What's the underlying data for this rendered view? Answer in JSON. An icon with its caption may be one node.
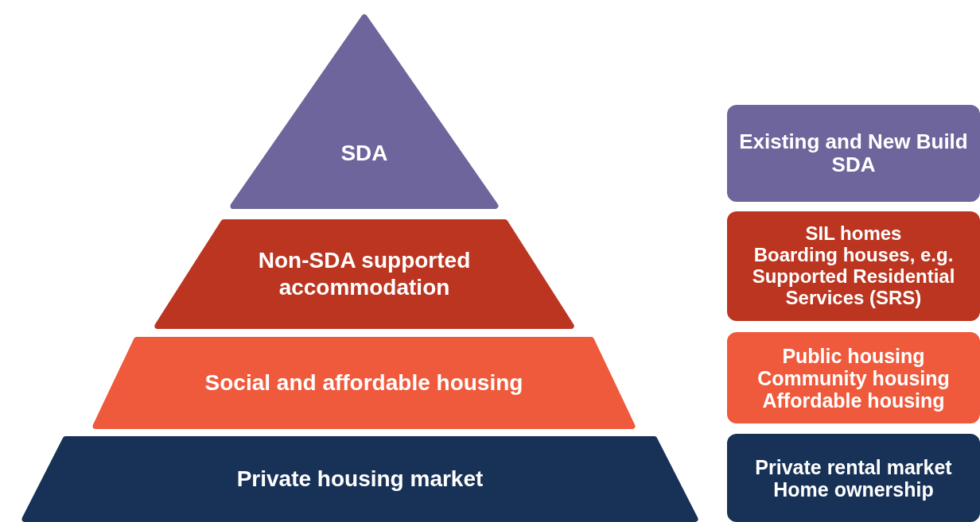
{
  "diagram": {
    "nodes": [
      {
        "text": [
          "SDA"
        ]
      },
      {
        "text": [
          "Non-SDA supported accommodation"
        ]
      },
      {
        "text": [
          "Social and affordable housing"
        ]
      },
      {
        "text": [
          "Private housing market"
        ]
      },
      {
        "text": [
          "Existing and New Build SDA"
        ]
      },
      {
        "text": [
          "SIL homes",
          "Boarding houses, e.g. Supported Residential Services (SRS)"
        ]
      },
      {
        "text": [
          "Public housing",
          "Community housing",
          "Affordable housing"
        ]
      },
      {
        "text": [
          "Private rental market",
          "Home ownership"
        ]
      }
    ]
  }
}
